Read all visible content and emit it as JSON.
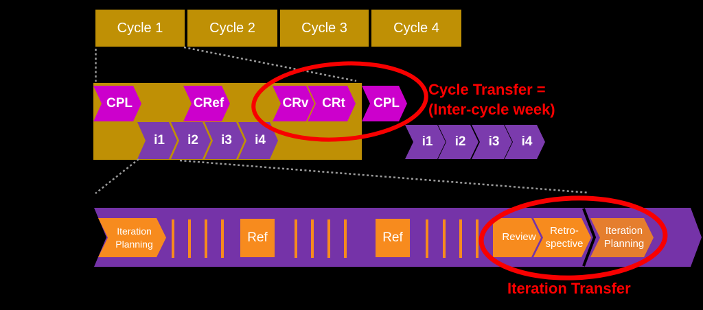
{
  "colors": {
    "background": "#000000",
    "gold": "#BF9005",
    "magenta": "#CC00CC",
    "iteration_purple": "#7B3BAD",
    "band_purple": "#7533A8",
    "orange": "#F78B1E",
    "orange_dark": "#E57E2E",
    "annotation_red": "#FF0000",
    "connector_gray": "#9A9A9A",
    "boundary_black": "#000000",
    "text_white": "#FFFFFF"
  },
  "cycle_row": {
    "items": [
      "Cycle 1",
      "Cycle 2",
      "Cycle 3",
      "Cycle 4"
    ]
  },
  "cycle_detail": {
    "phases": [
      "CPL",
      "CRef",
      "CRv",
      "CRt"
    ],
    "transfer_phase": "CPL",
    "iterations": [
      "i1",
      "i2",
      "i3",
      "i4"
    ],
    "next_cycle_iterations": [
      "i1",
      "i2",
      "i3",
      "i4"
    ]
  },
  "iteration_detail": {
    "planning_start": {
      "line1": "Iteration",
      "line2": "Planning"
    },
    "ref1": "Ref",
    "ref2": "Ref",
    "review": "Review",
    "retrospective": {
      "line1": "Retro-",
      "line2": "spective"
    },
    "planning_next": {
      "line1": "Iteration",
      "line2": "Planning"
    }
  },
  "annotations": {
    "cycle_transfer": {
      "line1": "Cycle Transfer =",
      "line2": "(Inter-cycle week)"
    },
    "iteration_transfer": "Iteration Transfer"
  }
}
